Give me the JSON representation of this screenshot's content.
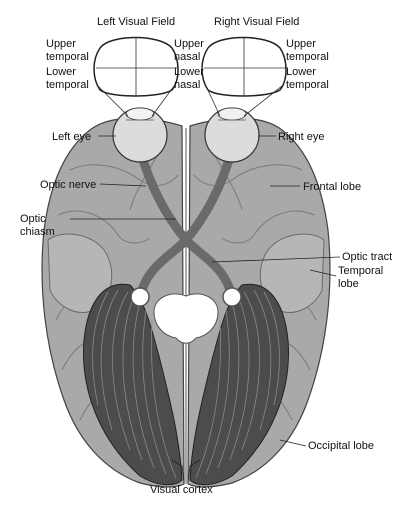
{
  "field_titles": {
    "left": "Left Visual Field",
    "right": "Right Visual Field"
  },
  "quadrants": {
    "left_upper_temporal": "Upper temporal",
    "left_lower_temporal": "Lower temporal",
    "left_upper_nasal": "Upper nasal",
    "left_lower_nasal": "Lower nasal",
    "right_upper_temporal": "Upper temporal",
    "right_lower_temporal": "Lower temporal"
  },
  "labels": {
    "left_eye": "Left eye",
    "right_eye": "Right eye",
    "optic_nerve": "Optic nerve",
    "optic_chiasm": "Optic chiasm",
    "frontal_lobe": "Frontal lobe",
    "optic_tract": "Optic tract",
    "temporal_lobe": "Temporal lobe",
    "occipital_lobe": "Occipital lobe",
    "visual_cortex": "Visual cortex"
  },
  "colors": {
    "brain": "#a9a9a9",
    "brain_shadow": "#8c8c8c",
    "pathway": "#6a6a6a",
    "cortex": "#4c4c4c",
    "gyri_line": "#7a7a7a",
    "leader": "#222222"
  }
}
